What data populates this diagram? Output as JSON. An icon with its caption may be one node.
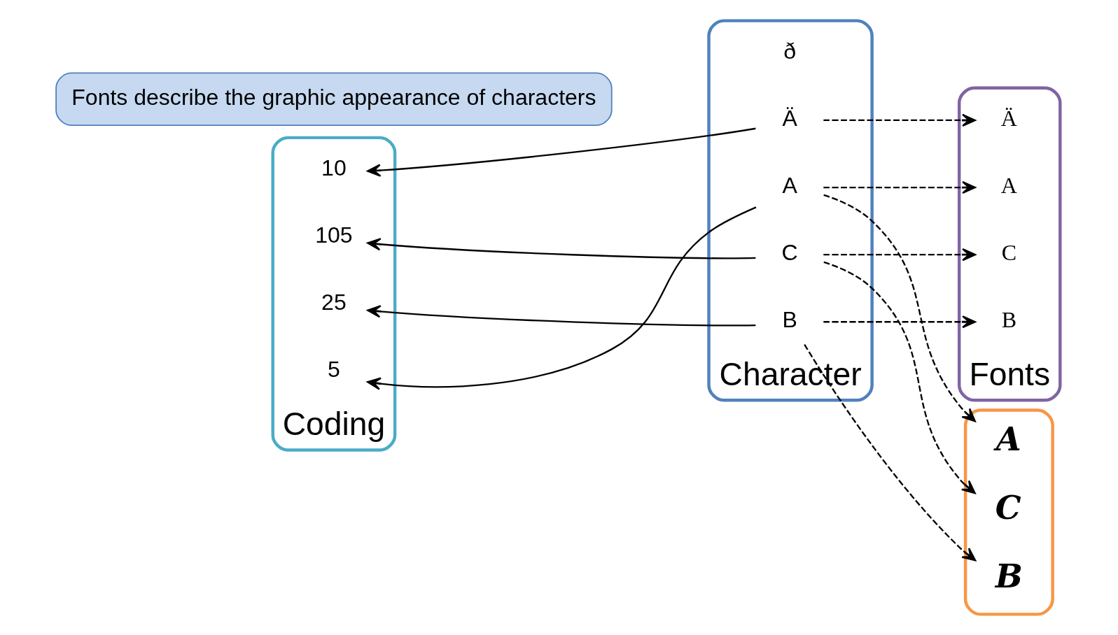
{
  "diagram": {
    "nodes": [
      {
        "text": [
          "Coding"
        ]
      },
      {
        "text": [
          "5"
        ],
        "in": 0
      },
      {
        "text": [
          "25"
        ],
        "in": 0
      },
      {
        "text": [
          "105"
        ],
        "in": 0
      },
      {
        "text": [
          "10"
        ],
        "in": 0
      },
      {
        "text": [
          "Character"
        ]
      },
      {
        "text": [
          "A"
        ],
        "in": 5
      },
      {
        "text": [
          "B"
        ],
        "in": 5
      },
      {
        "text": [
          "C"
        ],
        "in": 5
      },
      {
        "text": [
          "Ä"
        ],
        "in": 5
      },
      {
        "text": [
          "ð"
        ],
        "in": 5
      },
      {
        "text": [
          "Fonts"
        ]
      },
      {
        "text": [
          "A"
        ],
        "in": 11
      },
      {
        "text": [
          "B"
        ],
        "in": 11
      },
      {
        "text": [
          "C"
        ],
        "in": 11
      },
      {
        "text": [
          "Ä"
        ],
        "in": 11
      },
      {
        "text": [],
        "shape": "ellipse"
      },
      {
        "text": [
          "A"
        ],
        "in": 16
      },
      {
        "text": [
          "B"
        ],
        "in": 16
      },
      {
        "text": [
          "C"
        ],
        "in": 16
      },
      {
        "text": [
          "Fonts describe the graphic appearance of characters"
        ]
      }
    ],
    "edges": [
      {
        "from": 6,
        "to": 1,
        "arrow": "to"
      },
      {
        "from": 7,
        "to": 2,
        "arrow": "to"
      },
      {
        "from": 8,
        "to": 3,
        "arrow": "to"
      },
      {
        "from": 9,
        "to": 4,
        "arrow": "to"
      },
      {
        "from": 6,
        "to": 12,
        "arrow": "to",
        "style": "dashed"
      },
      {
        "from": 7,
        "to": 13,
        "arrow": "to",
        "style": "dashed"
      },
      {
        "from": 8,
        "to": 14,
        "arrow": "to",
        "style": "dashed"
      },
      {
        "from": 9,
        "to": 15,
        "arrow": "to",
        "style": "dashed"
      },
      {
        "from": 6,
        "to": 17,
        "arrow": "to",
        "style": "dashed"
      },
      {
        "from": 7,
        "to": 18,
        "arrow": "to",
        "style": "dashed"
      },
      {
        "from": 8,
        "to": 19,
        "arrow": "to",
        "style": "dashed"
      }
    ]
  }
}
